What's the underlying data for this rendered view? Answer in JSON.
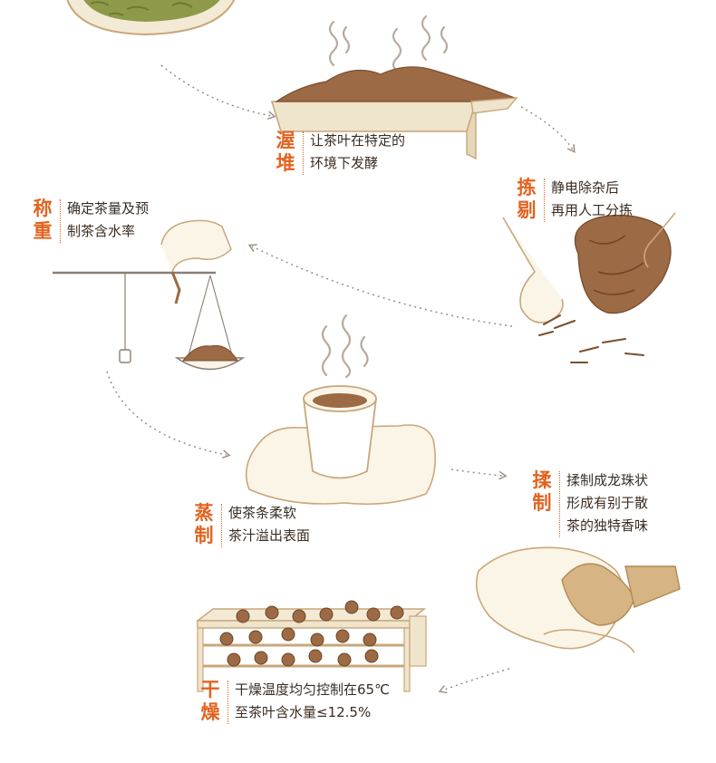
{
  "steps": [
    {
      "id": "wodui",
      "title_chars": [
        "渥",
        "堆"
      ],
      "lines": [
        "让茶叶在特定的",
        "环境下发酵"
      ]
    },
    {
      "id": "jianbie",
      "title_chars": [
        "拣",
        "剔"
      ],
      "lines": [
        "静电除杂后",
        "再用人工分拣"
      ]
    },
    {
      "id": "chengzhong",
      "title_chars": [
        "称",
        "重"
      ],
      "lines": [
        "确定茶量及预",
        "制茶含水率"
      ]
    },
    {
      "id": "zhengzhi",
      "title_chars": [
        "蒸",
        "制"
      ],
      "lines": [
        "使茶条柔软",
        "茶汁溢出表面"
      ]
    },
    {
      "id": "rouzhi",
      "title_chars": [
        "揉",
        "制"
      ],
      "lines": [
        "揉制成龙珠状",
        "形成有别于散",
        "茶的独特香味"
      ]
    },
    {
      "id": "ganzao",
      "title_chars": [
        "干",
        "燥"
      ],
      "lines": [
        "干燥温度均匀控制在65℃",
        "至茶叶含水量≤12.5%"
      ]
    }
  ],
  "colors": {
    "accent": "#e2631f",
    "text": "#3a2c22",
    "line": "#c9a77a",
    "tea": "#8a5a36",
    "green": "#8e9a4a",
    "cloth": "#fbf5e8"
  }
}
